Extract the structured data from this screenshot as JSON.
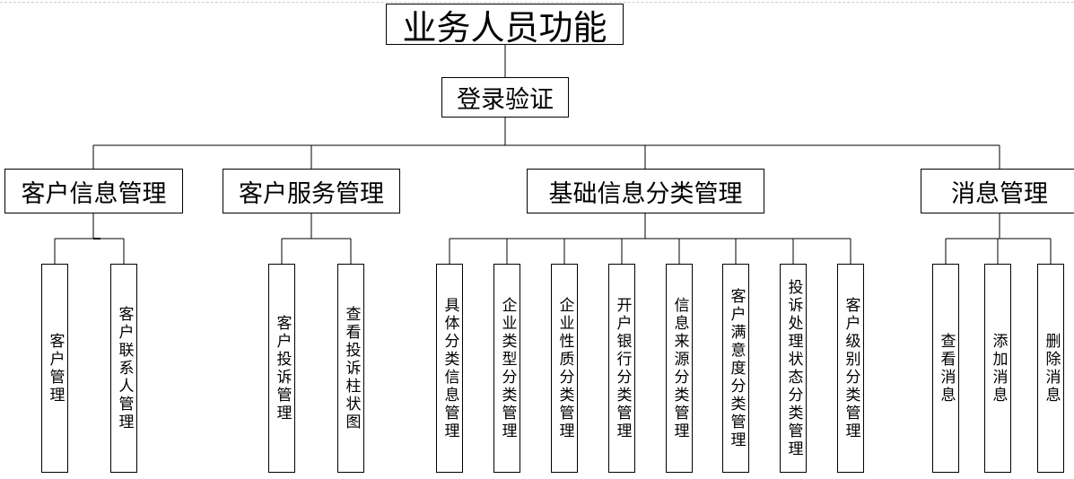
{
  "root": "业务人员功能",
  "auth": "登录验证",
  "categories": [
    {
      "label": "客户信息管理",
      "children": [
        "客户管理",
        "客户联系人管理"
      ]
    },
    {
      "label": "客户服务管理",
      "children": [
        "客户投诉管理",
        "查看投诉柱状图"
      ]
    },
    {
      "label": "基础信息分类管理",
      "children": [
        "具体分类信息管理",
        "企业类型分类管理",
        "企业性质分类管理",
        "开户银行分类管理",
        "信息来源分类管理",
        "客户满意度分类管理",
        "投诉处理状态分类管理",
        "客户级别分类管理"
      ]
    },
    {
      "label": "消息管理",
      "children": [
        "查看消息",
        "添加消息",
        "删除消息"
      ]
    }
  ]
}
